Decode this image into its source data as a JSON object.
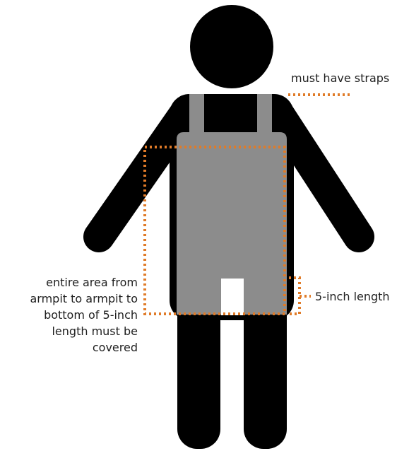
{
  "colors": {
    "figure": "#000000",
    "garment": "#8c8c8c",
    "annotation": "#e07b28",
    "background": "#ffffff"
  },
  "labels": {
    "straps": "must have straps",
    "length": "5-inch length",
    "area_lines": [
      "entire area from",
      "armpit to armpit to",
      "bottom of 5-inch",
      "length must be",
      "covered"
    ]
  }
}
